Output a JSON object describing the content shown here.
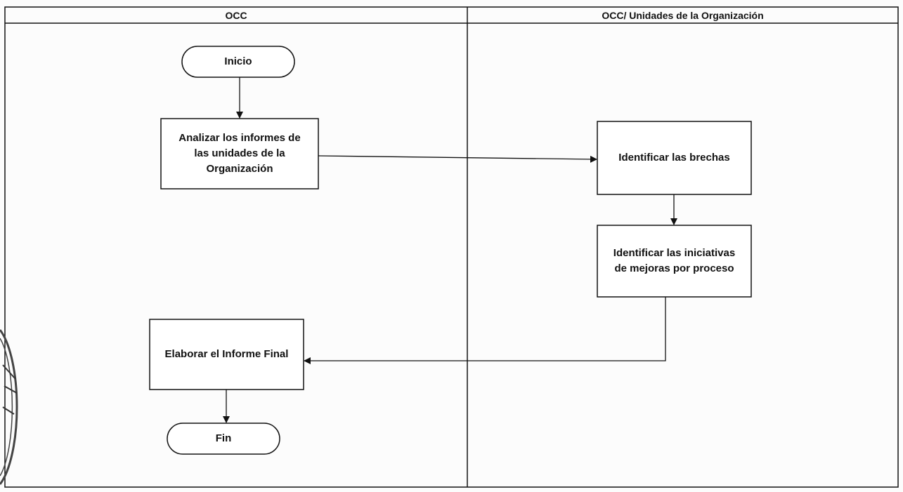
{
  "lanes": [
    {
      "header": "OCC"
    },
    {
      "header": "OCC/ Unidades de la Organización"
    }
  ],
  "nodes": {
    "start": {
      "label": "Inicio",
      "shape": "terminator"
    },
    "analyze": {
      "label": "Analizar los informes de\nlas unidades de la\nOrganización",
      "shape": "process"
    },
    "identify_gaps": {
      "label": "Identificar las brechas",
      "shape": "process"
    },
    "identify_initiatives": {
      "label": "Identificar las iniciativas\nde mejoras por proceso",
      "shape": "process"
    },
    "final_report": {
      "label": "Elaborar el Informe Final",
      "shape": "process"
    },
    "end": {
      "label": "Fin",
      "shape": "terminator"
    }
  },
  "edges": [
    {
      "from": "start",
      "to": "analyze"
    },
    {
      "from": "analyze",
      "to": "identify_gaps"
    },
    {
      "from": "identify_gaps",
      "to": "identify_initiatives"
    },
    {
      "from": "identify_initiatives",
      "to": "final_report"
    },
    {
      "from": "final_report",
      "to": "end"
    }
  ],
  "colors": {
    "line": "#111111",
    "background": "#fcfcfc",
    "stamp": "#444444"
  }
}
